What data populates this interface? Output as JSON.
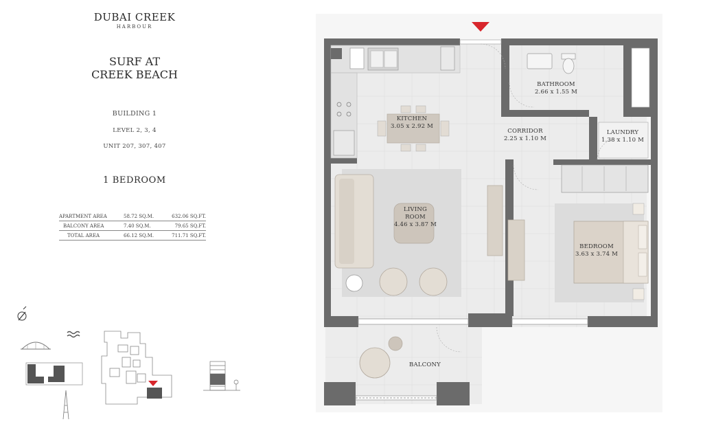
{
  "brand": {
    "name": "DUBAI CREEK",
    "sub": "HARBOUR"
  },
  "project": {
    "line1": "SURF AT",
    "line2": "CREEK BEACH"
  },
  "building": "BUILDING 1",
  "levels": "LEVEL 2, 3, 4",
  "units": "UNIT 207, 307, 407",
  "bedrooms": "1 BEDROOM",
  "area_table": [
    {
      "label": "APARTMENT AREA",
      "sqm": "58.72 SQ.M.",
      "sqft": "632.06 SQ.FT."
    },
    {
      "label": "BALCONY AREA",
      "sqm": "7.40 SQ.M.",
      "sqft": "79.65 SQ.FT."
    },
    {
      "label": "TOTAL AREA",
      "sqm": "66.12 SQ.M.",
      "sqft": "711.71 SQ.FT."
    }
  ],
  "rooms": {
    "bathroom": {
      "name": "BATHROOM",
      "size": "2.66 x 1.55 M"
    },
    "kitchen": {
      "name": "KITCHEN",
      "size": "3.05 x 2.92 M"
    },
    "corridor": {
      "name": "CORRIDOR",
      "size": "2.25 x 1.10 M"
    },
    "laundry": {
      "name": "LAUNDRY",
      "size": "1.38 x 1.10 M"
    },
    "living": {
      "name1": "LIVING",
      "name2": "ROOM",
      "size": "4.46 x 3.87 M"
    },
    "bedroom": {
      "name": "BEDROOM",
      "size": "3.63 x 3.74 M"
    },
    "balcony": {
      "name": "BALCONY"
    }
  },
  "colors": {
    "wall": "#6b6b6b",
    "floor": "#eeeeee",
    "rug": "#dcdcdc",
    "furniture": "#d6cfc6",
    "marker": "#d8262c"
  },
  "icons": [
    "compass-icon",
    "bridge-icon",
    "water-icon",
    "tower-icon",
    "unit-marker-icon"
  ]
}
